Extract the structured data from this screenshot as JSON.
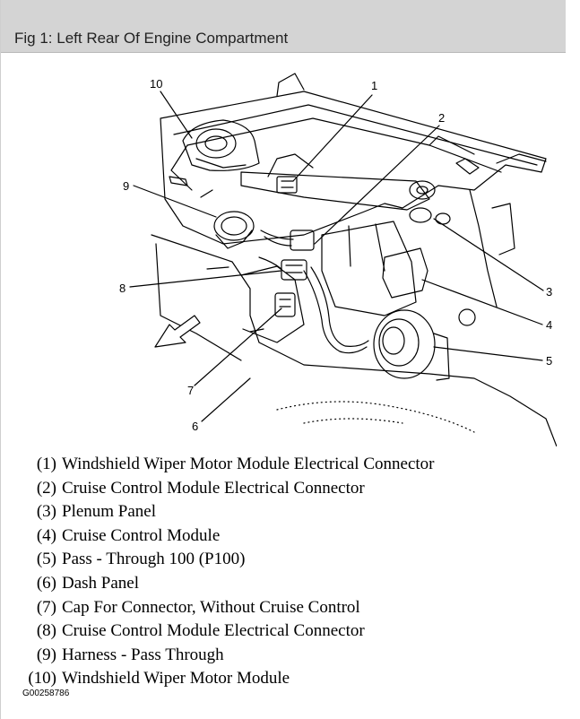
{
  "header": {
    "title": "Fig 1: Left Rear Of Engine Compartment"
  },
  "diagram": {
    "callouts": [
      "1",
      "2",
      "3",
      "4",
      "5",
      "6",
      "7",
      "8",
      "9",
      "10"
    ]
  },
  "legend": [
    {
      "num": "(1)",
      "label": "Windshield Wiper Motor Module Electrical Connector"
    },
    {
      "num": "(2)",
      "label": "Cruise Control Module Electrical Connector"
    },
    {
      "num": "(3)",
      "label": "Plenum Panel"
    },
    {
      "num": "(4)",
      "label": "Cruise Control Module"
    },
    {
      "num": "(5)",
      "label": "Pass - Through 100 (P100)"
    },
    {
      "num": "(6)",
      "label": "Dash Panel"
    },
    {
      "num": "(7)",
      "label": "Cap For Connector, Without Cruise Control"
    },
    {
      "num": "(8)",
      "label": "Cruise Control Module Electrical Connector"
    },
    {
      "num": "(9)",
      "label": "Harness - Pass Through"
    },
    {
      "num": "(10)",
      "label": "Windshield Wiper Motor Module"
    }
  ],
  "footer": {
    "figure_id": "G00258786"
  },
  "colors": {
    "header_bg": "#d4d4d4",
    "line": "#000000",
    "background": "#ffffff"
  }
}
